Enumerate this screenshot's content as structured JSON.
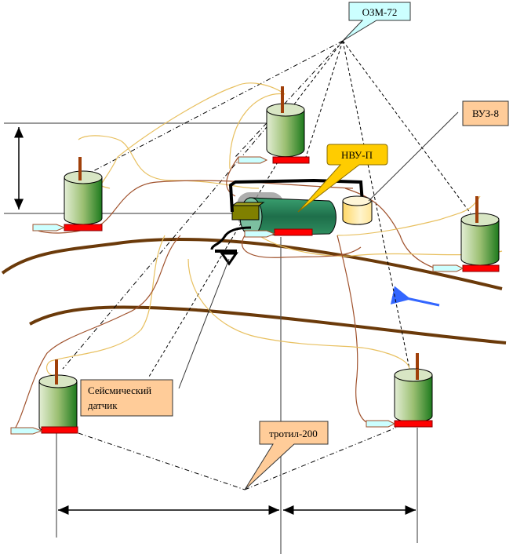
{
  "diagram": {
    "title": "Minefield layout with OZM-72 mines",
    "labels": {
      "ozm": "ОЗМ-72",
      "vuz": "ВУЗ-8",
      "nvu": "НВУ-П",
      "seismic_line1": "Сейсмический",
      "seismic_line2": "датчик",
      "tnt": "тротил-200"
    },
    "mines": [
      {
        "id": "mine-top-center"
      },
      {
        "id": "mine-left"
      },
      {
        "id": "mine-right"
      },
      {
        "id": "mine-bottom-left"
      },
      {
        "id": "mine-bottom-right"
      }
    ],
    "colors": {
      "callout_cyan": "#ccffff",
      "callout_orange": "#ffcc99",
      "callout_yellow": "#ffcc00",
      "cylinder_light": "#e0ecd0",
      "cylinder_dark": "#1f7a1f",
      "base_red": "#ff0000",
      "road_brown": "#6b3a0a",
      "wire_brown": "#a0522d",
      "wire_yellow": "#e8c060",
      "arrow_blue": "#3366ff",
      "nvu_green": "#2e8b57",
      "battery_olive": "#808000"
    }
  }
}
